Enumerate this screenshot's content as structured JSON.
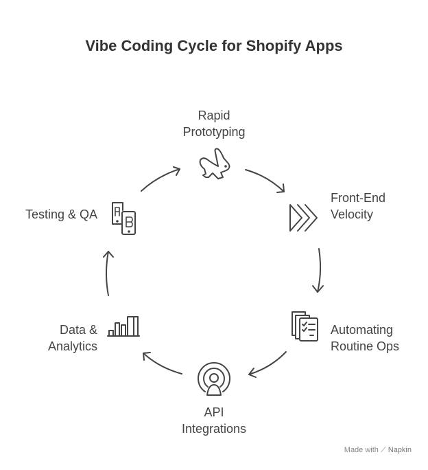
{
  "title": "Vibe Coding Cycle for Shopify Apps",
  "steps": [
    {
      "line1": "Rapid",
      "line2": "Prototyping",
      "icon": "rabbit-icon"
    },
    {
      "line1": "Front-End",
      "line2": "Velocity",
      "icon": "fast-forward-icon"
    },
    {
      "line1": "Automating",
      "line2": "Routine Ops",
      "icon": "checklist-documents-icon"
    },
    {
      "line1": "API",
      "line2": "Integrations",
      "icon": "broadcast-user-icon"
    },
    {
      "line1": "Data &",
      "line2": "Analytics",
      "icon": "bar-chart-icon"
    },
    {
      "line1": "Testing & QA",
      "icon": "ab-test-icon"
    }
  ],
  "footer": {
    "made_with": "Made with",
    "brand": "Napkin"
  },
  "colors": {
    "stroke": "#444444",
    "text": "#444444"
  }
}
